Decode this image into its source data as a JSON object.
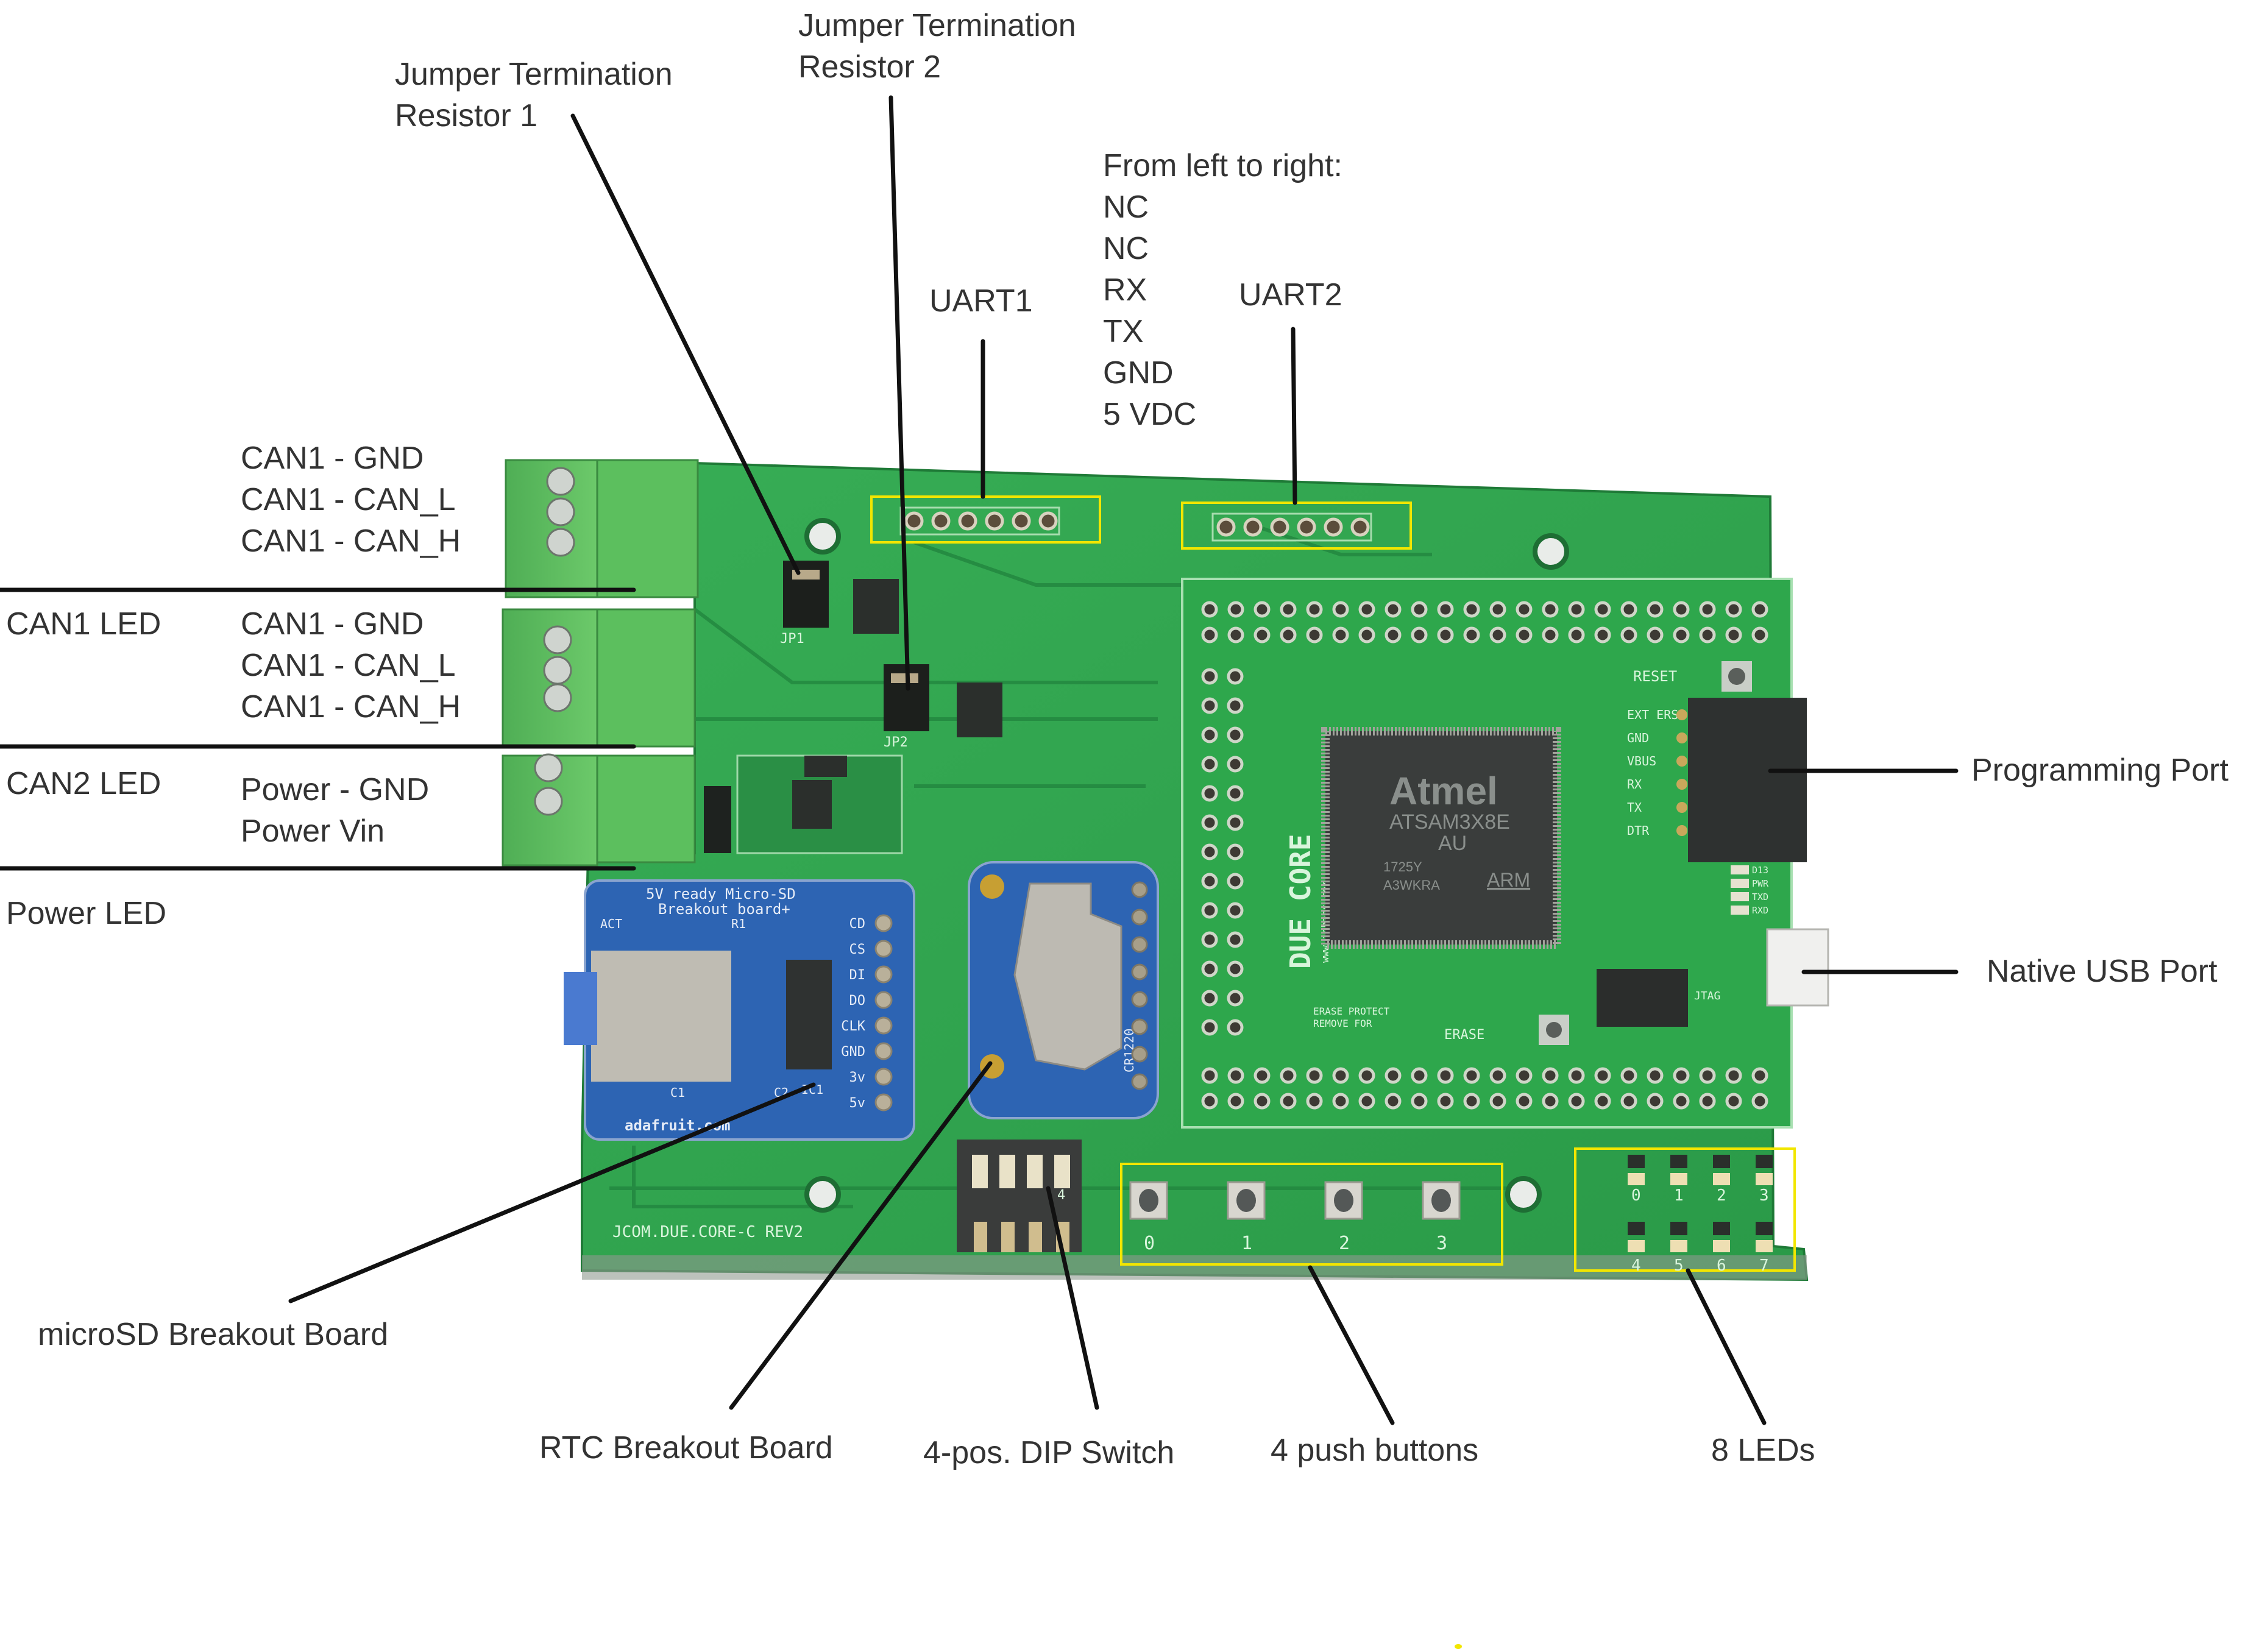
{
  "labels": {
    "jumper1": [
      "Jumper Termination",
      "Resistor 1"
    ],
    "jumper2": [
      "Jumper Termination",
      "Resistor 2"
    ],
    "uart1": "UART1",
    "uart2": "UART2",
    "uart_pinout": [
      "From left to right:",
      "NC",
      "NC",
      "RX",
      "TX",
      "GND",
      "5 VDC"
    ],
    "can_block_1": [
      "CAN1 - GND",
      "CAN1 - CAN_L",
      "CAN1 - CAN_H"
    ],
    "can_block_2": [
      "CAN1 - GND",
      "CAN1 - CAN_L",
      "CAN1 - CAN_H"
    ],
    "power_block": [
      "Power - GND",
      "Power Vin"
    ],
    "can1_led": "CAN1 LED",
    "can2_led": "CAN2 LED",
    "power_led": "Power LED",
    "programming_port": "Programming Port",
    "native_usb_port": "Native USB Port",
    "microsd": "microSD Breakout Board",
    "rtc": "RTC Breakout Board",
    "dip_switch": "4-pos. DIP Switch",
    "push_buttons": "4 push buttons",
    "leds": "8 LEDs"
  },
  "board": {
    "silkscreen_id": "JCOM.DUE.CORE-C REV2",
    "jp1": "JP1",
    "jp2": "JP2",
    "button_numbers": [
      "0",
      "1",
      "2",
      "3"
    ],
    "led_numbers_top": [
      "0",
      "1",
      "2",
      "3"
    ],
    "led_numbers_bottom": [
      "4",
      "5",
      "6",
      "7"
    ],
    "dip_number": "4",
    "due_core_title": "DUE CORE",
    "due_core_url": "www.inhaos.com",
    "mcu_brand": "Atmel",
    "mcu_part": "ATSAM3X8E",
    "mcu_suffix": "AU",
    "mcu_lot1": "1725Y",
    "mcu_lot2": "A3WKRA",
    "mcu_arch": "ARM",
    "reset_label": "RESET",
    "erase_label": "ERASE",
    "erase_protect": [
      "REMOVE FOR",
      "ERASE PROTECT"
    ],
    "prog_pins": [
      "EXT ERS",
      "GND",
      "VBUS",
      "RX",
      "TX",
      "DTR"
    ],
    "status_leds": [
      "D13",
      "PWR",
      "TXD",
      "RXD"
    ],
    "jtag_label": "JTAG",
    "microsd_title": [
      "5V ready Micro-SD",
      "Breakout board+"
    ],
    "microsd_pins": [
      "CD",
      "CS",
      "DI",
      "DO",
      "CLK",
      "GND",
      "3v",
      "5v"
    ],
    "microsd_parts": [
      "ACT",
      "R1",
      "IC1",
      "C1",
      "C2"
    ],
    "microsd_brand": "adafruit.com",
    "rtc_battery": "CR1220"
  },
  "colors": {
    "pcb_green": "#2fa34e",
    "terminal_green": "#5cbf5e",
    "breakout_blue": "#2d64b3",
    "highlight_yellow": "#f2e600",
    "leader_line": "#111111"
  }
}
